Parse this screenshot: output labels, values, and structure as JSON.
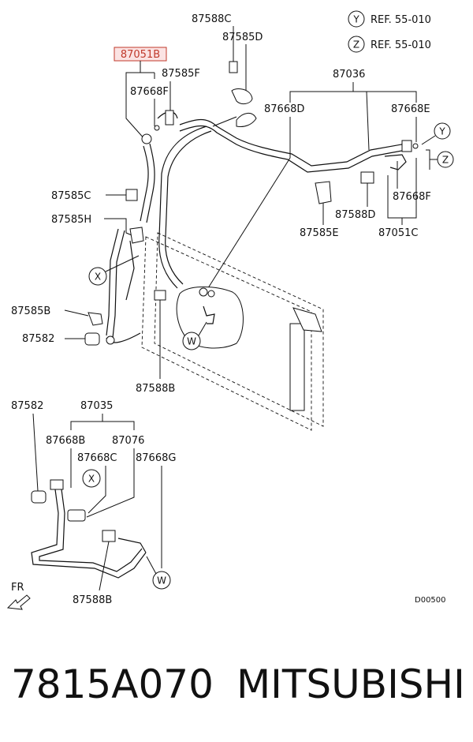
{
  "ref_notes": [
    {
      "letter": "Y",
      "text": "REF. 55-010"
    },
    {
      "letter": "Z",
      "text": "REF. 55-010"
    }
  ],
  "highlighted_part": "87051B",
  "part_labels": {
    "p87588C_top": "87588C",
    "p87585D": "87585D",
    "p87585F": "87585F",
    "p87668F_top": "87668F",
    "p87036": "87036",
    "p87668D": "87668D",
    "p87668E": "87668E",
    "p87585C": "87585C",
    "p87585H": "87585H",
    "p87668F_right": "87668F",
    "p87588D": "87588D",
    "p87585E": "87585E",
    "p87051C": "87051C",
    "p87585B": "87585B",
    "p87582_mid": "87582",
    "p87588B_mid": "87588B",
    "p87582_bot": "87582",
    "p87035": "87035",
    "p87668B": "87668B",
    "p87076": "87076",
    "p87668C": "87668C",
    "p87668G": "87668G",
    "p87588B_bot": "87588B"
  },
  "view_markers": {
    "x_mid": "X",
    "w_mid": "W",
    "y_right": "Y",
    "z_right": "Z",
    "x_bot": "X",
    "w_bot": "W"
  },
  "fr_label": "FR",
  "diagram_code": "D00500",
  "part_number": "7815A070",
  "brand": "MITSUBISHI",
  "colors": {
    "highlight": "#c0392b",
    "highlight_fill": "#fbe3e3",
    "ink": "#111111"
  }
}
